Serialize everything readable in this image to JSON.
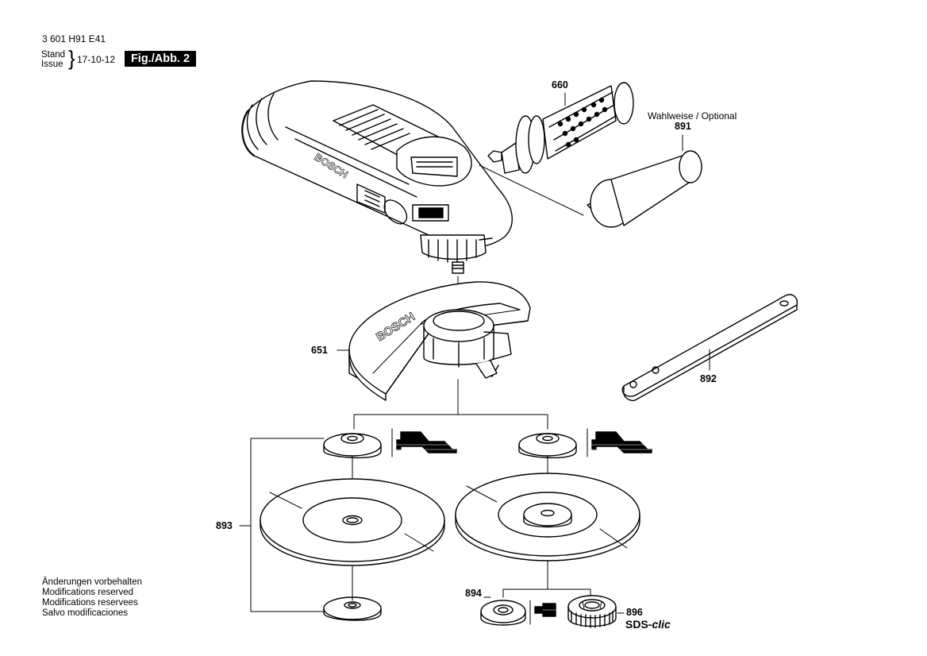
{
  "header": {
    "doc_code": "3 601 H91 E41",
    "stand_label": "Stand",
    "issue_label": "Issue",
    "date": "17-10-12",
    "figure_label": "Fig./Abb. 2"
  },
  "notes": [
    "Änderungen vorbehalten",
    "Modifications reserved",
    "Modifications reservees",
    "Salvo modificaciones"
  ],
  "optional_label": "Wahlweise / Optional",
  "parts": {
    "p651": "651",
    "p660": "660",
    "p891": "891",
    "p892": "892",
    "p893": "893",
    "p894": "894",
    "p896": "896"
  },
  "sds": {
    "prefix": "SDS-",
    "suffix": "clic"
  },
  "brand_text": "BOSCH"
}
